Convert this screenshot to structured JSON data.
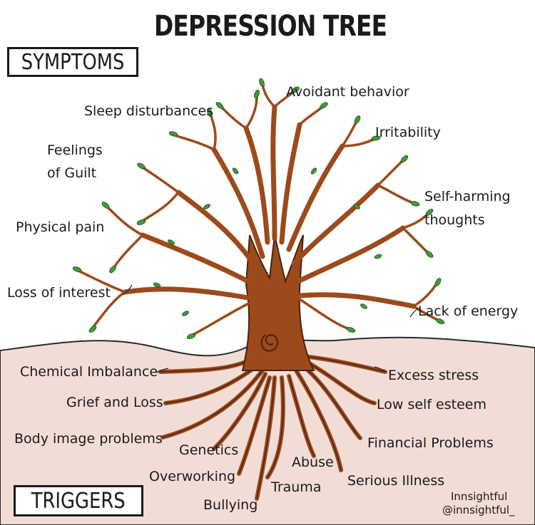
{
  "title": "DEPRESSION TREE",
  "symptoms_heading": "SYMPTOMS",
  "triggers_heading": "TRIGGERS",
  "symptoms": {
    "avoidant": "Avoidant behavior",
    "sleep": "Sleep disturbances",
    "irritability": "Irritability",
    "guilt_line1": "Feelings",
    "guilt_line2": "of Guilt",
    "selfharm_line1": "Self-harming",
    "selfharm_line2": "thoughts",
    "pain": "Physical pain",
    "interest": "Loss of interest",
    "energy": "Lack of energy"
  },
  "triggers": {
    "chemical": "Chemical Imbalance",
    "grief": "Grief and Loss",
    "body": "Body image problems",
    "genetics": "Genetics",
    "overworking": "Overworking",
    "bullying": "Bullying",
    "trauma": "Trauma",
    "abuse": "Abuse",
    "stress": "Excess stress",
    "esteem": "Low self esteem",
    "financial": "Financial Problems",
    "illness": "Serious Illness"
  },
  "credit": {
    "line1": "Innsightful",
    "line2": "@innsightful_"
  },
  "colors": {
    "ground": "#f2ddd6",
    "trunk": "#9c4a1c",
    "trunk_outline": "#4a2210",
    "leaf": "#3f9a3a"
  }
}
